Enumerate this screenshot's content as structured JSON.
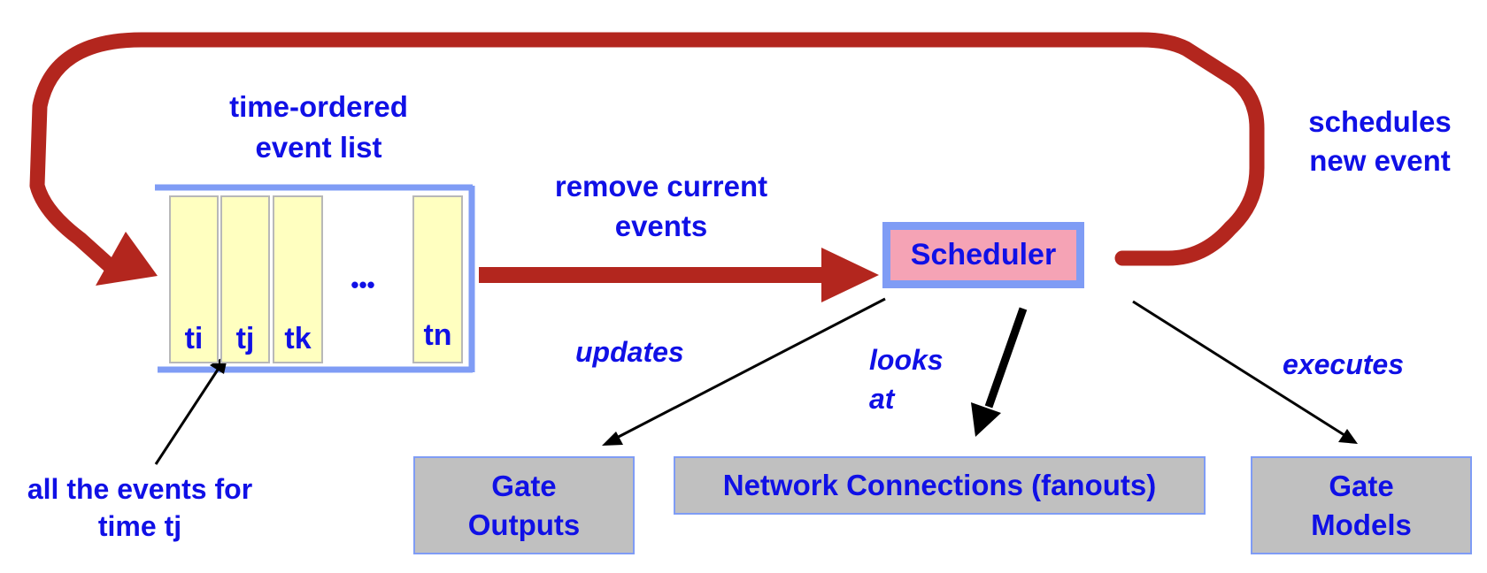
{
  "colors": {
    "label_text": "#1010e6",
    "loop_arrow": "#b3261e",
    "box_border": "#7f9cf5",
    "event_slot": "#ffffc0",
    "scheduler_fill": "#f5a3b5",
    "output_box_fill": "#c0c0c0",
    "pointer_arrow": "#000000"
  },
  "labels": {
    "event_list": "time-ordered\nevent list",
    "remove_current": "remove current\nevents",
    "schedules_new": "schedules\nnew event",
    "updates": "updates",
    "looks_at": "looks\nat",
    "executes": "executes",
    "all_events": "all the events for\ntime tj"
  },
  "event_list": {
    "slots": [
      "ti",
      "tj",
      "tk",
      "tn"
    ],
    "ellipsis": "•••"
  },
  "scheduler": "Scheduler",
  "targets": {
    "gate_outputs": "Gate\nOutputs",
    "network_connections": "Network Connections (fanouts)",
    "gate_models": "Gate\nModels"
  }
}
